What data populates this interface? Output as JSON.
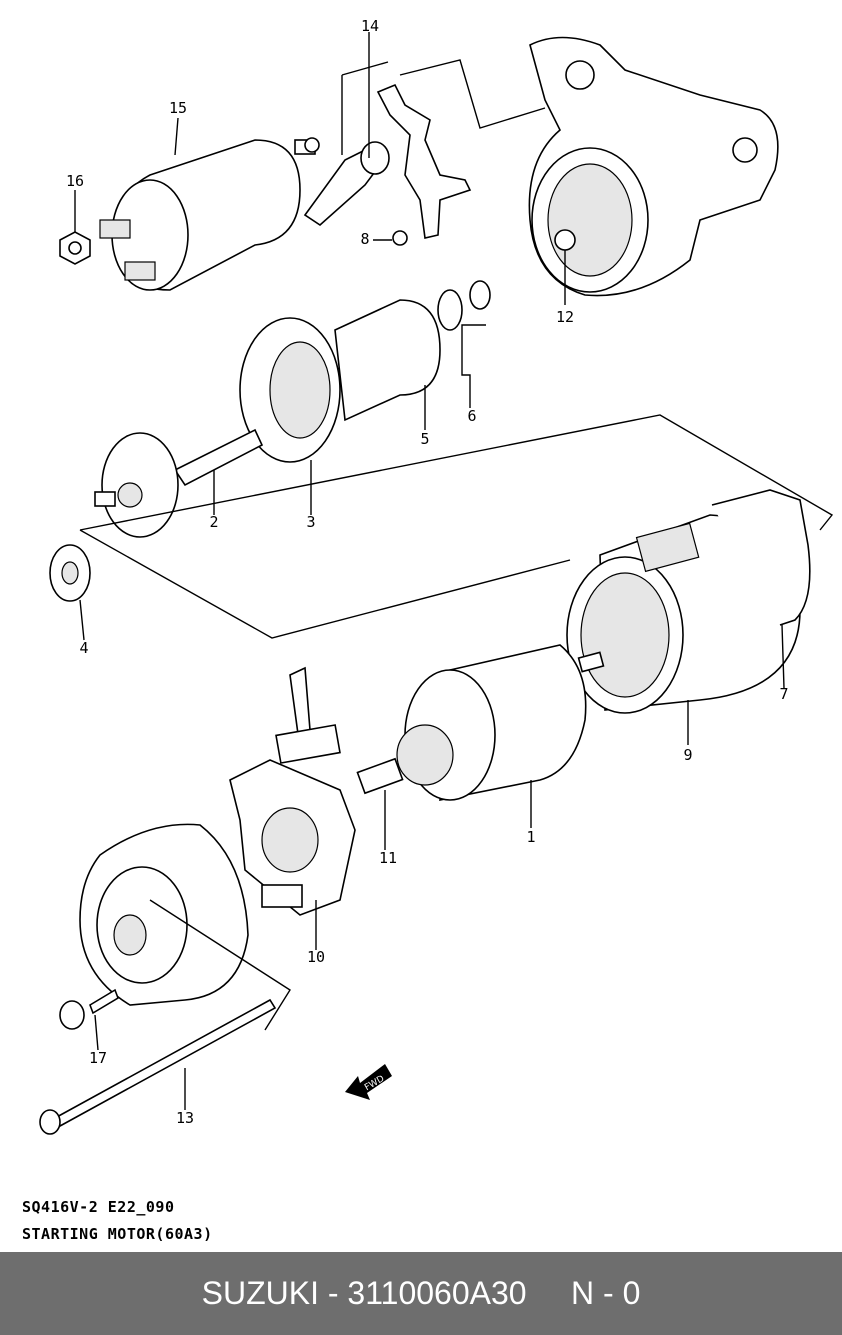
{
  "parts": [
    {
      "ref": "1"
    },
    {
      "ref": "2"
    },
    {
      "ref": "3"
    },
    {
      "ref": "4"
    },
    {
      "ref": "5"
    },
    {
      "ref": "6"
    },
    {
      "ref": "7"
    },
    {
      "ref": "8"
    },
    {
      "ref": "9"
    },
    {
      "ref": "10"
    },
    {
      "ref": "11"
    },
    {
      "ref": "12"
    },
    {
      "ref": "13"
    },
    {
      "ref": "14"
    },
    {
      "ref": "15"
    },
    {
      "ref": "16"
    },
    {
      "ref": "17"
    }
  ],
  "fwd_label": "FWD",
  "caption": {
    "line1": "SQ416V-2 E22_090",
    "line2": "STARTING MOTOR(60A3)"
  },
  "footer": {
    "brand": "SUZUKI",
    "part_number": "3110060A30",
    "code": "N - 0",
    "background_color": "#6e6e6e"
  }
}
